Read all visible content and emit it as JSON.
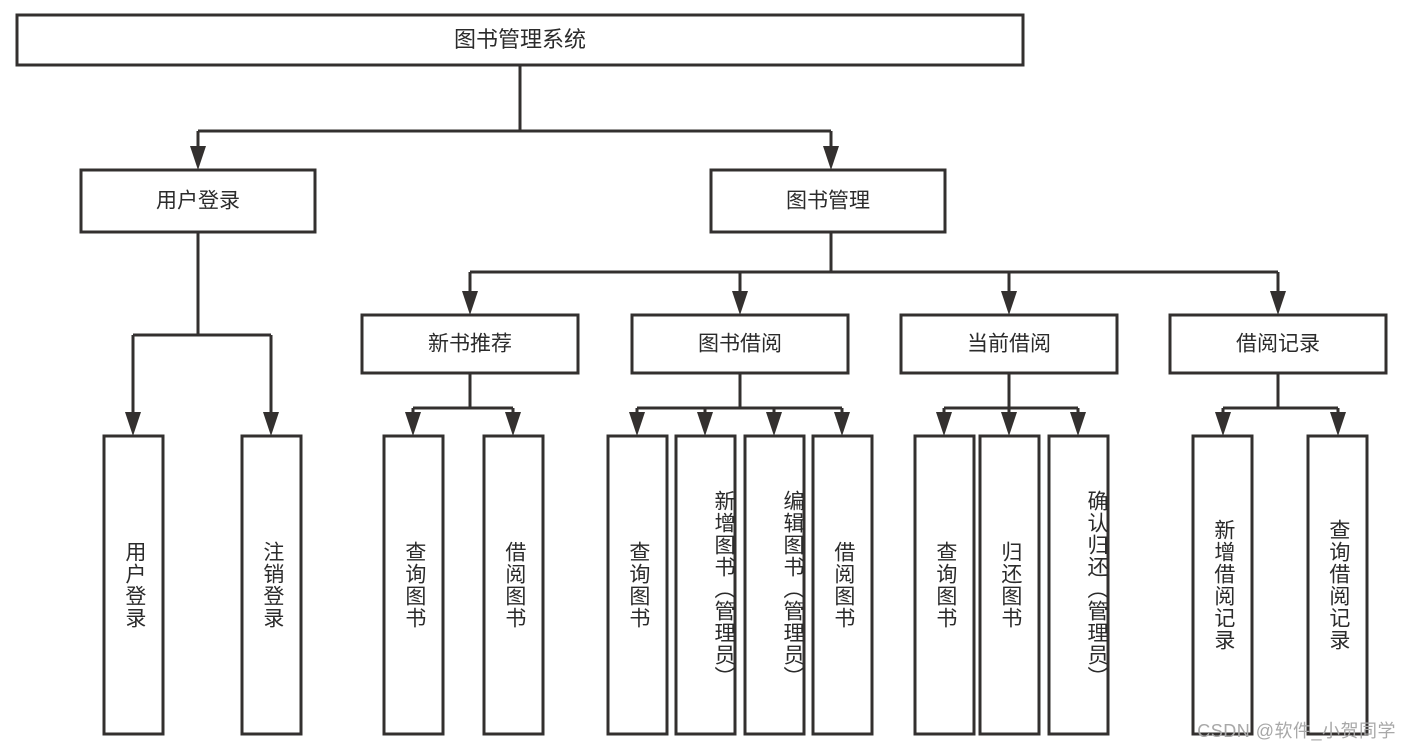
{
  "diagram": {
    "title": "图书管理系统",
    "type": "tree-hierarchy",
    "root": {
      "label": "图书管理系统"
    },
    "level2": [
      {
        "label": "用户登录"
      },
      {
        "label": "图书管理"
      }
    ],
    "level3": [
      {
        "label": "新书推荐"
      },
      {
        "label": "图书借阅"
      },
      {
        "label": "当前借阅"
      },
      {
        "label": "借阅记录"
      }
    ],
    "leaves": {
      "user_login": [
        {
          "label": "用户登录"
        },
        {
          "label": "注销登录"
        }
      ],
      "new_book_recommend": [
        {
          "label": "查询图书"
        },
        {
          "label": "借阅图书"
        }
      ],
      "book_borrow": [
        {
          "label": "查询图书"
        },
        {
          "label": "新增图书（管理员）"
        },
        {
          "label": "编辑图书（管理员）"
        },
        {
          "label": "借阅图书"
        }
      ],
      "current_borrow": [
        {
          "label": "查询图书"
        },
        {
          "label": "归还图书"
        },
        {
          "label": "确认归还（管理员）"
        }
      ],
      "borrow_records": [
        {
          "label": "新增借阅记录"
        },
        {
          "label": "查询借阅记录"
        }
      ]
    }
  },
  "watermark": {
    "text": "CSDN @软件_小贺同学"
  },
  "colors": {
    "stroke": "#33302f",
    "box_fill": "#ffffff",
    "text": "#2b2b2b",
    "watermark": "#a8a8a8",
    "background": "#ffffff"
  }
}
